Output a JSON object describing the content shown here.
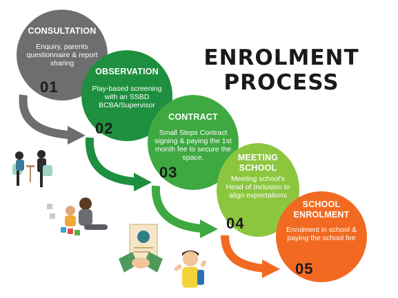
{
  "title": {
    "line1": "ENROLMENT",
    "line2": "PROCESS"
  },
  "steps": [
    {
      "heading": "CONSULTATION",
      "description": "Enquiry, parents questionnaire & report sharing",
      "number": "01",
      "color": "#6d6e70"
    },
    {
      "heading": "OBSERVATION",
      "description": "Play-based screening with an SSBD BCBA/Supervisor",
      "number": "02",
      "color": "#1d8f3e"
    },
    {
      "heading": "CONTRACT",
      "description": "Small Steps Contract signing & paying the 1st month fee to secure the space.",
      "number": "03",
      "color": "#3ea941"
    },
    {
      "heading_line1": "MEETING",
      "heading_line2": "SCHOOL",
      "description": "Meeting school's Head of Inclusion to align expectations",
      "number": "04",
      "color": "#8cc63f"
    },
    {
      "heading_line1": "SCHOOL",
      "heading_line2": "ENROLMENT",
      "description": "Enrolment in school & paying the school fee",
      "number": "05",
      "color": "#f26a21"
    }
  ],
  "icons": {
    "consultation": "consultation-people-icon",
    "observation": "mother-child-play-icon",
    "contract": "handshake-contract-icon",
    "school": "student-boy-icon"
  }
}
